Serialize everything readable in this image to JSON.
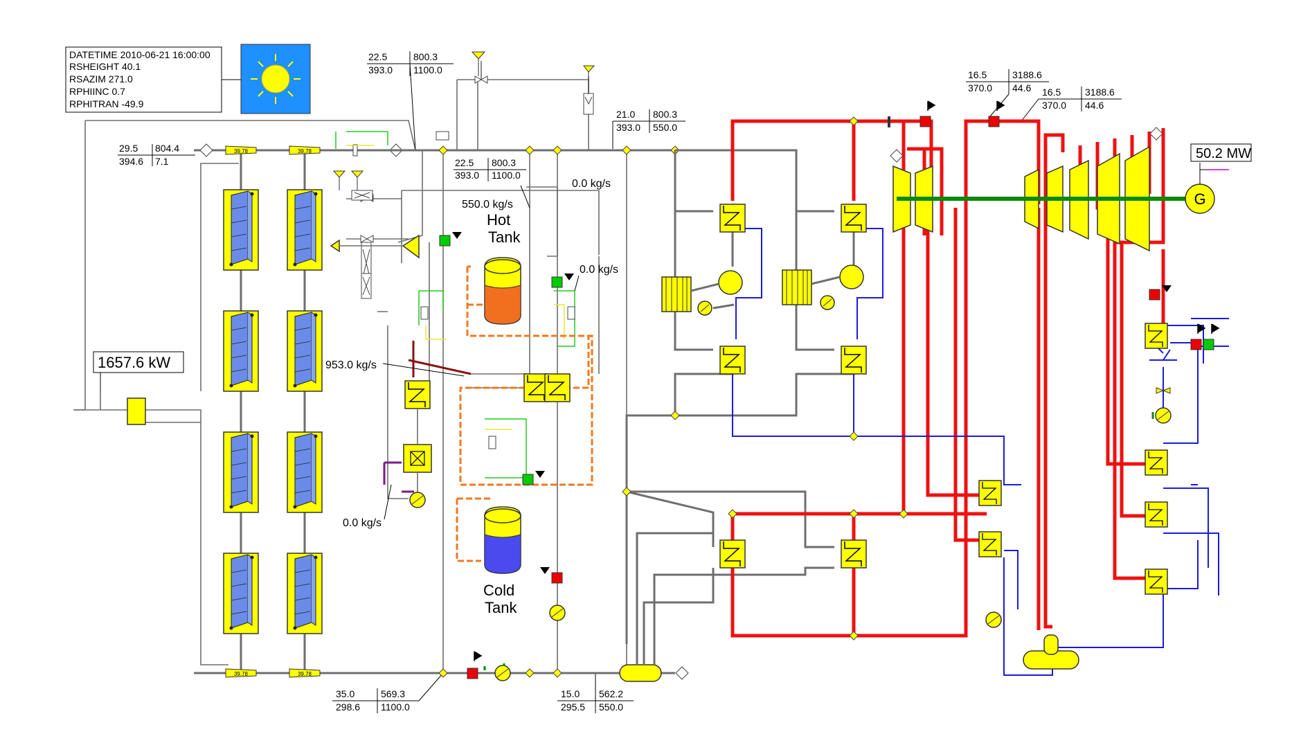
{
  "info_box": {
    "datetime": "DATETIME 2010-06-21 16:00:00",
    "rsheight": "RSHEIGHT 40.1",
    "rsazim": "RSAZIM   271.0",
    "rphiinc": "RPHIINC  0.7",
    "rphitran": "RPHITRAN -49.9"
  },
  "solar_power": "1657.6 kW",
  "generator_power": "50.2 MW",
  "generator_label": "G",
  "tanks": {
    "hot": [
      "Hot",
      "Tank"
    ],
    "cold": [
      "Cold",
      "Tank"
    ]
  },
  "collector_label": "39.78",
  "flows": {
    "hot_tank_flow": "550.0 kg/s",
    "bypass_flow_top": "0.0 kg/s",
    "bypass_flow_mid": "0.0 kg/s",
    "exchanger_flow": "953.0 kg/s",
    "bottom_flow": "0.0 kg/s"
  },
  "state_tables": {
    "solar_out": {
      "p": "22.5",
      "h": "800.3",
      "t": "393.0",
      "m": "1100.0"
    },
    "field_header": {
      "p": "29.5",
      "h": "804.4",
      "t": "394.6",
      "m": "7.1"
    },
    "tank_inlet": {
      "p": "22.5",
      "h": "800.3",
      "t": "393.0",
      "m": "1100.0"
    },
    "steam_gen_in": {
      "p": "21.0",
      "h": "800.3",
      "t": "393.0",
      "m": "550.0"
    },
    "hp_steam": {
      "p": "16.5",
      "h": "3188.6",
      "t": "370.0",
      "m": "44.6"
    },
    "hp_steam_2": {
      "p": "16.5",
      "h": "3188.6",
      "t": "370.0",
      "m": "44.6"
    },
    "field_return": {
      "p": "35.0",
      "h": "569.3",
      "t": "298.6",
      "m": "1100.0"
    },
    "sg_return": {
      "p": "15.0",
      "h": "562.2",
      "t": "295.5",
      "m": "550.0"
    }
  },
  "colors": {
    "equipment": "#ffff00",
    "htf_pipe": "#6e6e6e",
    "steam_pipe": "#ee1111",
    "water_pipe": "#1a1add",
    "salt_pipe": "#f07820",
    "shaft": "#0a8a0a",
    "sun_panel": "#1e90ff",
    "collector_glass": "#6a8ce8",
    "hot_salt": "#f07020",
    "cold_salt": "#4a4aee",
    "valve_green": "#00cc00",
    "valve_red": "#ee0000"
  }
}
